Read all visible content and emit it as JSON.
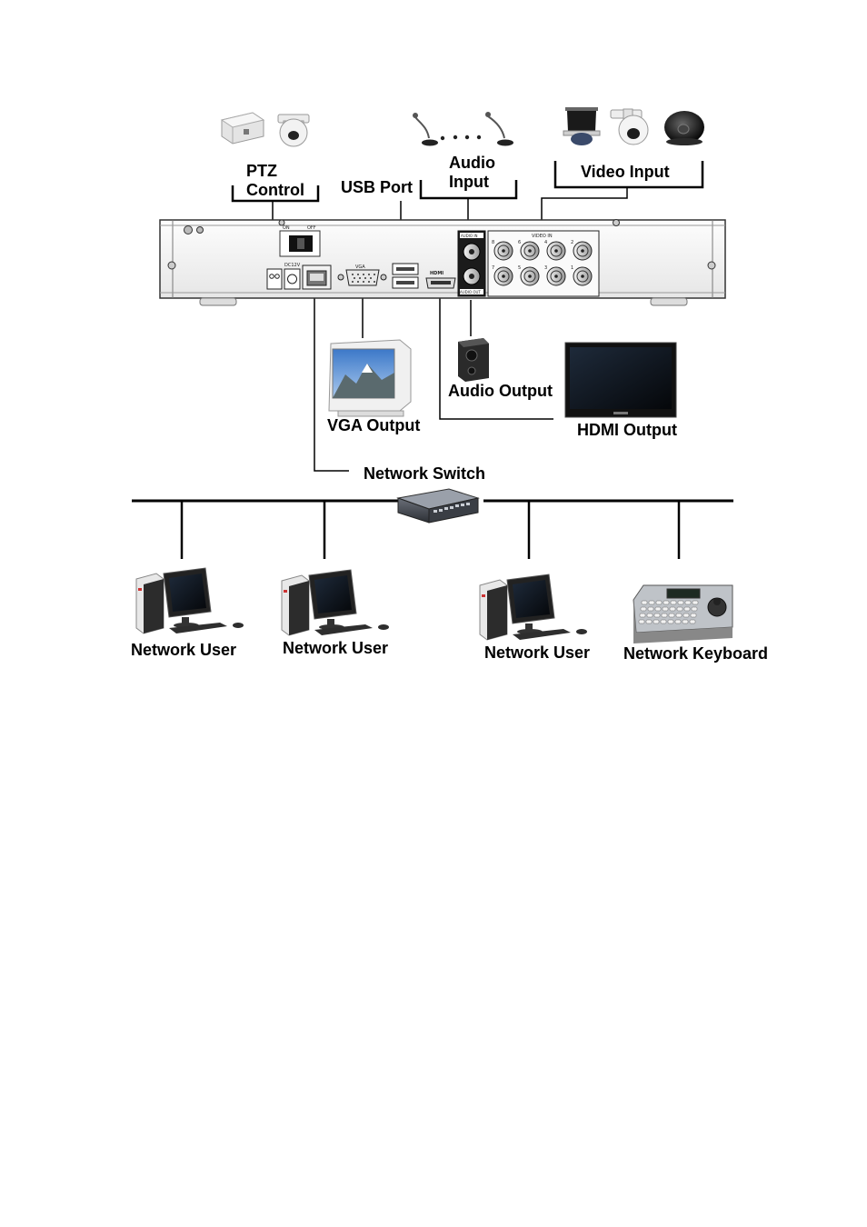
{
  "labels": {
    "ptz_control": [
      "PTZ",
      "Control"
    ],
    "usb_port": "USB Port",
    "audio_input": [
      "Audio",
      "Input"
    ],
    "video_input": "Video Input",
    "audio_output": "Audio Output",
    "vga_output": "VGA Output",
    "hdmi_output": "HDMI Output",
    "network_switch": "Network Switch",
    "network_users": [
      "Network User",
      "Network User",
      "Network User"
    ],
    "network_keyboard": "Network Keyboard"
  },
  "panel_markings": {
    "on": "ON",
    "off": "OFF",
    "dc": "DC12V",
    "vga": "VGA",
    "hdmi": "HDMI",
    "audio_in": "AUDIO IN",
    "audio_out": "AUDIO OUT",
    "video_in": "VIDEO IN",
    "bnc_numbers": [
      "8",
      "6",
      "4",
      "2",
      "7",
      "5",
      "3",
      "1"
    ]
  },
  "icons": {
    "ptz_decoder": "ptz-decoder-box-icon",
    "ptz_camera": "speed-dome-camera-icon",
    "microphones": "microphone-icon",
    "cameras": [
      "ceiling-dome-camera-icon",
      "speed-dome-camera-icon",
      "mini-dome-camera-icon"
    ],
    "monitor": "crt-monitor-icon",
    "speaker": "speaker-icon",
    "tv": "flat-tv-icon",
    "switch": "network-switch-icon",
    "pc": "desktop-pc-icon",
    "keyboard": "ptz-keyboard-controller-icon"
  }
}
